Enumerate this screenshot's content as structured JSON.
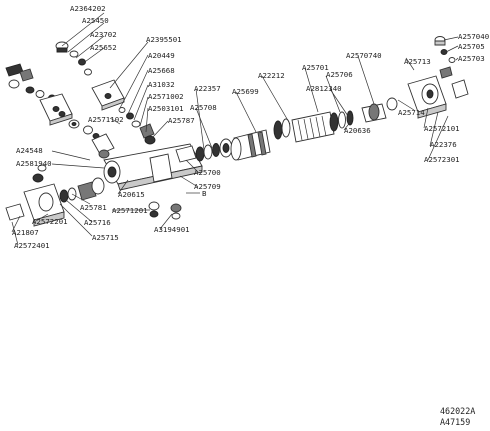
{
  "parts": [
    {
      "id": "p1",
      "label": "A2364202"
    },
    {
      "id": "p2",
      "label": "A25450"
    },
    {
      "id": "p3",
      "label": "A23702"
    },
    {
      "id": "p4",
      "label": "A25652"
    },
    {
      "id": "p5",
      "label": "A2395501"
    },
    {
      "id": "p6",
      "label": "A20449"
    },
    {
      "id": "p7",
      "label": "A25668"
    },
    {
      "id": "p8",
      "label": "A31032"
    },
    {
      "id": "p9",
      "label": "A2571002"
    },
    {
      "id": "p10",
      "label": "A2503101"
    },
    {
      "id": "p11",
      "label": "A2571102"
    },
    {
      "id": "p12",
      "label": "A25787"
    },
    {
      "id": "p13",
      "label": "A25708"
    },
    {
      "id": "p14",
      "label": "A22357"
    },
    {
      "id": "p15",
      "label": "A25699"
    },
    {
      "id": "p16",
      "label": "A22212"
    },
    {
      "id": "p17",
      "label": "A25701"
    },
    {
      "id": "p18",
      "label": "A2570740"
    },
    {
      "id": "p19",
      "label": "A25706"
    },
    {
      "id": "p20",
      "label": "A2812340"
    },
    {
      "id": "p21",
      "label": "A20636"
    },
    {
      "id": "p22",
      "label": "A257040"
    },
    {
      "id": "p23",
      "label": "A25705"
    },
    {
      "id": "p24",
      "label": "A25703"
    },
    {
      "id": "p25",
      "label": "A25713"
    },
    {
      "id": "p26",
      "label": "A25714"
    },
    {
      "id": "p27",
      "label": "A2572101"
    },
    {
      "id": "p28",
      "label": "A22376"
    },
    {
      "id": "p29",
      "label": "A2572301"
    },
    {
      "id": "p30",
      "label": "A24548"
    },
    {
      "id": "p31",
      "label": "A2581940"
    },
    {
      "id": "p32",
      "label": "A20615"
    },
    {
      "id": "p33",
      "label": "A25700"
    },
    {
      "id": "p34",
      "label": "A25709"
    },
    {
      "id": "p35",
      "label": "A25781"
    },
    {
      "id": "p36",
      "label": "A25716"
    },
    {
      "id": "p37",
      "label": "A2572201"
    },
    {
      "id": "p38",
      "label": "A2571201"
    },
    {
      "id": "p39",
      "label": "A3194901"
    },
    {
      "id": "p40",
      "label": "A21807"
    },
    {
      "id": "p41",
      "label": "A25715"
    },
    {
      "id": "p42",
      "label": "A2572401"
    },
    {
      "id": "p43",
      "label": "B"
    }
  ],
  "footer": {
    "code": "462022A",
    "sub": "A47159"
  }
}
